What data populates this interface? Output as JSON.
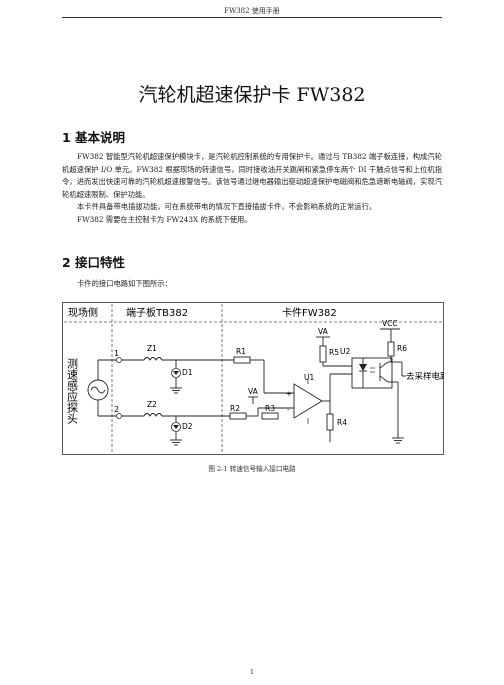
{
  "header": {
    "title": "FW382 使用手册"
  },
  "document": {
    "title": "汽轮机超速保护卡 FW382"
  },
  "section1": {
    "heading": "1 基本说明",
    "paragraphs": [
      "FW382 智能型汽轮机超速保护模块卡，是汽轮机控制系统的专用保护卡。通过与 TB382 端子板连接，构成汽轮机超速保护 I/O 单元。FW382 根据现场的转速信号，同时接收油开关跳闸和紧急停车两个 DI 干触点信号和上位机指令，进而发出快速可靠的汽轮机超速报警信号。该信号通过继电器输出驱动超速保护电磁阀和危急遮断电磁阀，实现汽轮机超速限制、保护功能。",
      "本卡件具备带电插拔功能，可在系统带电的情况下直接插拔卡件，不会影响系统的正常运行。",
      "FW382 需要在主控制卡为 FW243X 的系统下使用。"
    ]
  },
  "section2": {
    "heading": "2 接口特性",
    "intro": "卡件的接口电路如下图所示："
  },
  "figure": {
    "caption": "图 2-1 转速信号输入接口电路",
    "region_field": "现场侧",
    "region_terminal": "端子板TB382",
    "region_card": "卡件FW382",
    "sensor_label": "测速感应探头",
    "terminal_1": "1",
    "terminal_2": "2",
    "z1": "Z1",
    "z2": "Z2",
    "d1": "D1",
    "d2": "D2",
    "r1": "R1",
    "r2": "R2",
    "r3": "R3",
    "r4": "R4",
    "r5": "R5",
    "r6": "R6",
    "va_1": "VA",
    "va_2": "VA",
    "vcc": "VCC",
    "u1": "U1",
    "u2": "U2",
    "output": "去采样电路",
    "plus": "+",
    "minus": "-"
  },
  "footer": {
    "page_number": "1"
  }
}
